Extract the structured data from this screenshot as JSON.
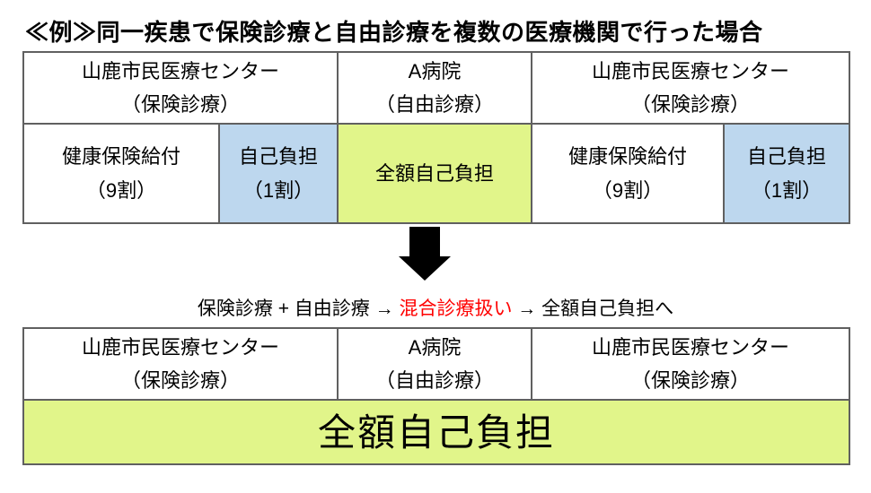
{
  "title": "≪例≫同一疾患で保険診療と自由診療を複数の医療機関で行った場合",
  "colors": {
    "cell_blue": "#BDD7EE",
    "cell_green": "#E1F58A",
    "border_gray": "#606060",
    "highlight_red": "#FF0000",
    "arrow_black": "#000000"
  },
  "table_before": {
    "header": [
      {
        "name": "山鹿市民医療センター",
        "note": "（保険診療）"
      },
      {
        "name": "A病院",
        "note": "（自由診療）"
      },
      {
        "name": "山鹿市民医療センター",
        "note": "（保険診療）"
      }
    ],
    "cells": [
      {
        "line1": "健康保険給付",
        "line2": "（9割）",
        "fill": "white"
      },
      {
        "line1": "自己負担",
        "line2": "（1割）",
        "fill": "blue"
      },
      {
        "line1": "全額自己負担",
        "line2": "",
        "fill": "green"
      },
      {
        "line1": "健康保険給付",
        "line2": "（9割）",
        "fill": "white"
      },
      {
        "line1": "自己負担",
        "line2": "（1割）",
        "fill": "blue"
      }
    ]
  },
  "flow": {
    "arrow_icon": "down-block-arrow",
    "formula_left": "保険診療 + 自由診療 → ",
    "formula_highlight": "混合診療扱い",
    "formula_right": " → 全額自己負担へ"
  },
  "table_after": {
    "header": [
      {
        "name": "山鹿市民医療センター",
        "note": "（保険診療）"
      },
      {
        "name": "A病院",
        "note": "（自由診療）"
      },
      {
        "name": "山鹿市民医療センター",
        "note": "（保険診療）"
      }
    ],
    "result": "全額自己負担"
  }
}
